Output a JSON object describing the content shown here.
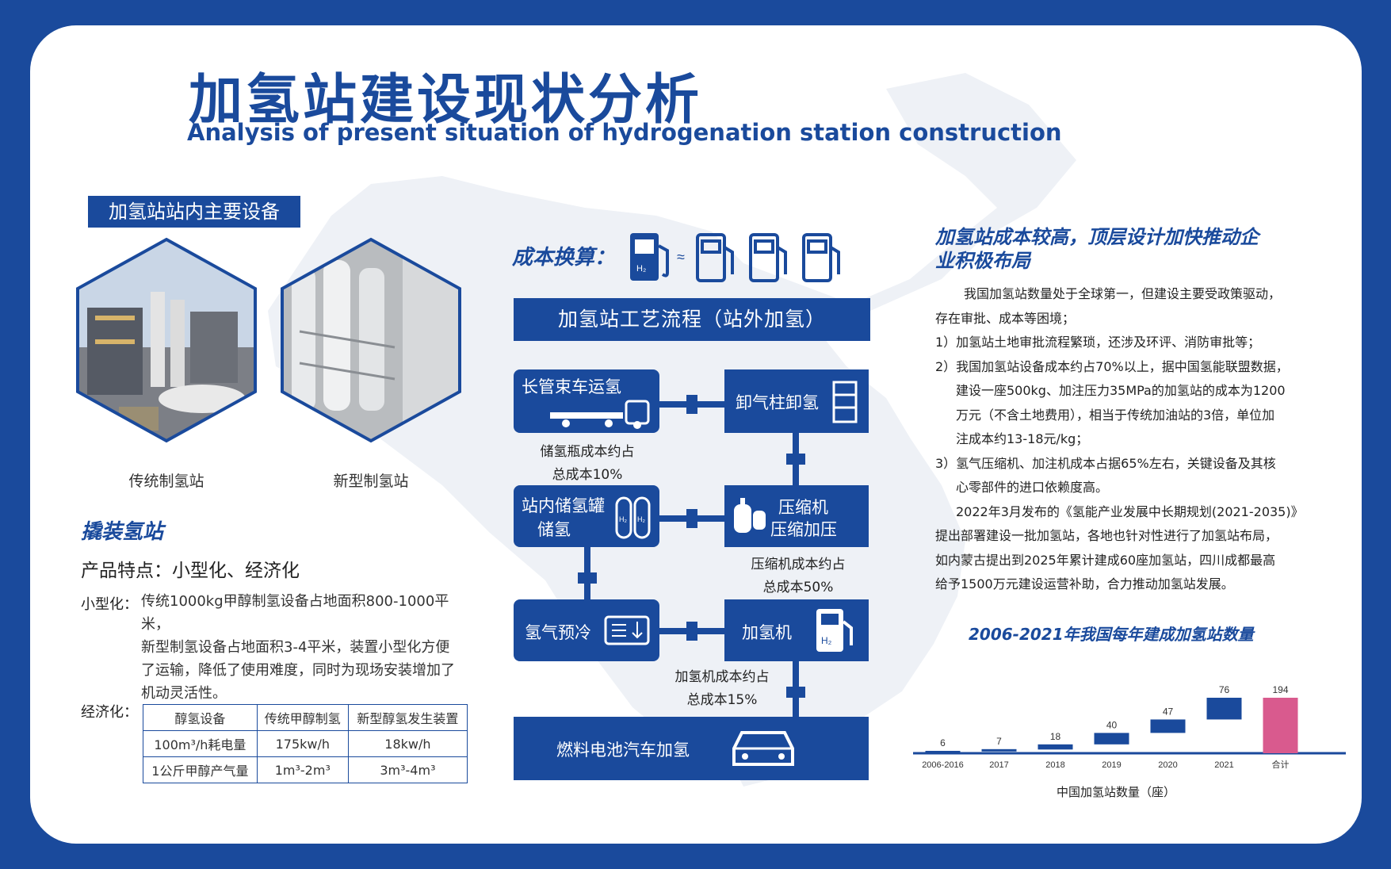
{
  "title_cn": "加氢站建设现状分析",
  "title_en": "Analysis of present situation of hydrogenation station construction",
  "left": {
    "section_tag": "加氢站站内主要设备",
    "photos": [
      {
        "caption": "传统制氢站"
      },
      {
        "caption": "新型制氢站"
      }
    ],
    "skid_heading": "撬装氢站",
    "features": "产品特点：小型化、经济化",
    "mini_label": "小型化：",
    "mini_lines": [
      "传统1000kg甲醇制氢设备占地面积800-1000平米，",
      "新型制氢设备占地面积3-4平米，装置小型化方便",
      "了运输，降低了使用难度，同时为现场安装增加了",
      "机动灵活性。"
    ],
    "econ_label": "经济化：",
    "table": {
      "headers": [
        "醇氢设备",
        "传统甲醇制氢",
        "新型醇氢发生装置"
      ],
      "rows": [
        [
          "100m³/h耗电量",
          "175kw/h",
          "18kw/h"
        ],
        [
          "1公斤甲醇产气量",
          "1m³-2m³",
          "3m³-4m³"
        ]
      ]
    }
  },
  "middle": {
    "cost_label": "成本换算：",
    "approx": "≈",
    "flow_title": "加氢站工艺流程（站外加氢）",
    "boxes": {
      "tube_trailer": "长管束车运氢",
      "unload": "卸气柱卸氢",
      "storage_1": "站内储氢罐",
      "storage_2": "储氢",
      "compressor_1": "压缩机",
      "compressor_2": "压缩加压",
      "precool": "氢气预冷",
      "dispenser": "加氢机",
      "fcv": "燃料电池汽车加氢"
    },
    "notes": {
      "bottle_1": "储氢瓶成本约占",
      "bottle_2": "总成本10%",
      "comp_1": "压缩机成本约占",
      "comp_2": "总成本50%",
      "disp_1": "加氢机成本约占",
      "disp_2": "总成本15%"
    },
    "h2": "H₂"
  },
  "right": {
    "heading_1": "加氢站成本较高，顶层设计加快推动企",
    "heading_2": "业积极布局",
    "body": [
      "我国加氢站数量处于全球第一，但建设主要受政策驱动，",
      "存在审批、成本等困境；",
      "1）加氢站土地审批流程繁琐，还涉及环评、消防审批等；",
      "2）我国加氢站设备成本约占70%以上，据中国氢能联盟数据，",
      "建设一座500kg、加注压力35MPa的加氢站的成本为1200",
      "万元（不含土地费用），相当于传统加油站的3倍，单位加",
      "注成本约13-18元/kg；",
      "3）氢气压缩机、加注机成本占据65%左右，关键设备及其核",
      "心零部件的进口依赖度高。",
      "2022年3月发布的《氢能产业发展中长期规划(2021-2035)》",
      "提出部署建设一批加氢站，各地也针对性进行了加氢站布局，",
      "如内蒙古提出到2025年累计建成60座加氢站，四川成都最高",
      "给予1500万元建设运营补助，合力推动加氢站发展。"
    ]
  },
  "chart_data": {
    "type": "bar",
    "title": "2006-2021年我国每年建成加氢站数量",
    "xlabel": "中国加氢站数量（座）",
    "categories": [
      "2006-2016",
      "2017",
      "2018",
      "2019",
      "2020",
      "2021",
      "合计"
    ],
    "values": [
      6,
      7,
      18,
      40,
      47,
      76,
      194
    ],
    "colors": {
      "bars": "#1a4a9c",
      "total": "#d95a8e"
    },
    "ylim": [
      0,
      194
    ]
  },
  "colors": {
    "brand": "#1a4a9c",
    "accent_pink": "#d95a8e",
    "white": "#ffffff"
  }
}
